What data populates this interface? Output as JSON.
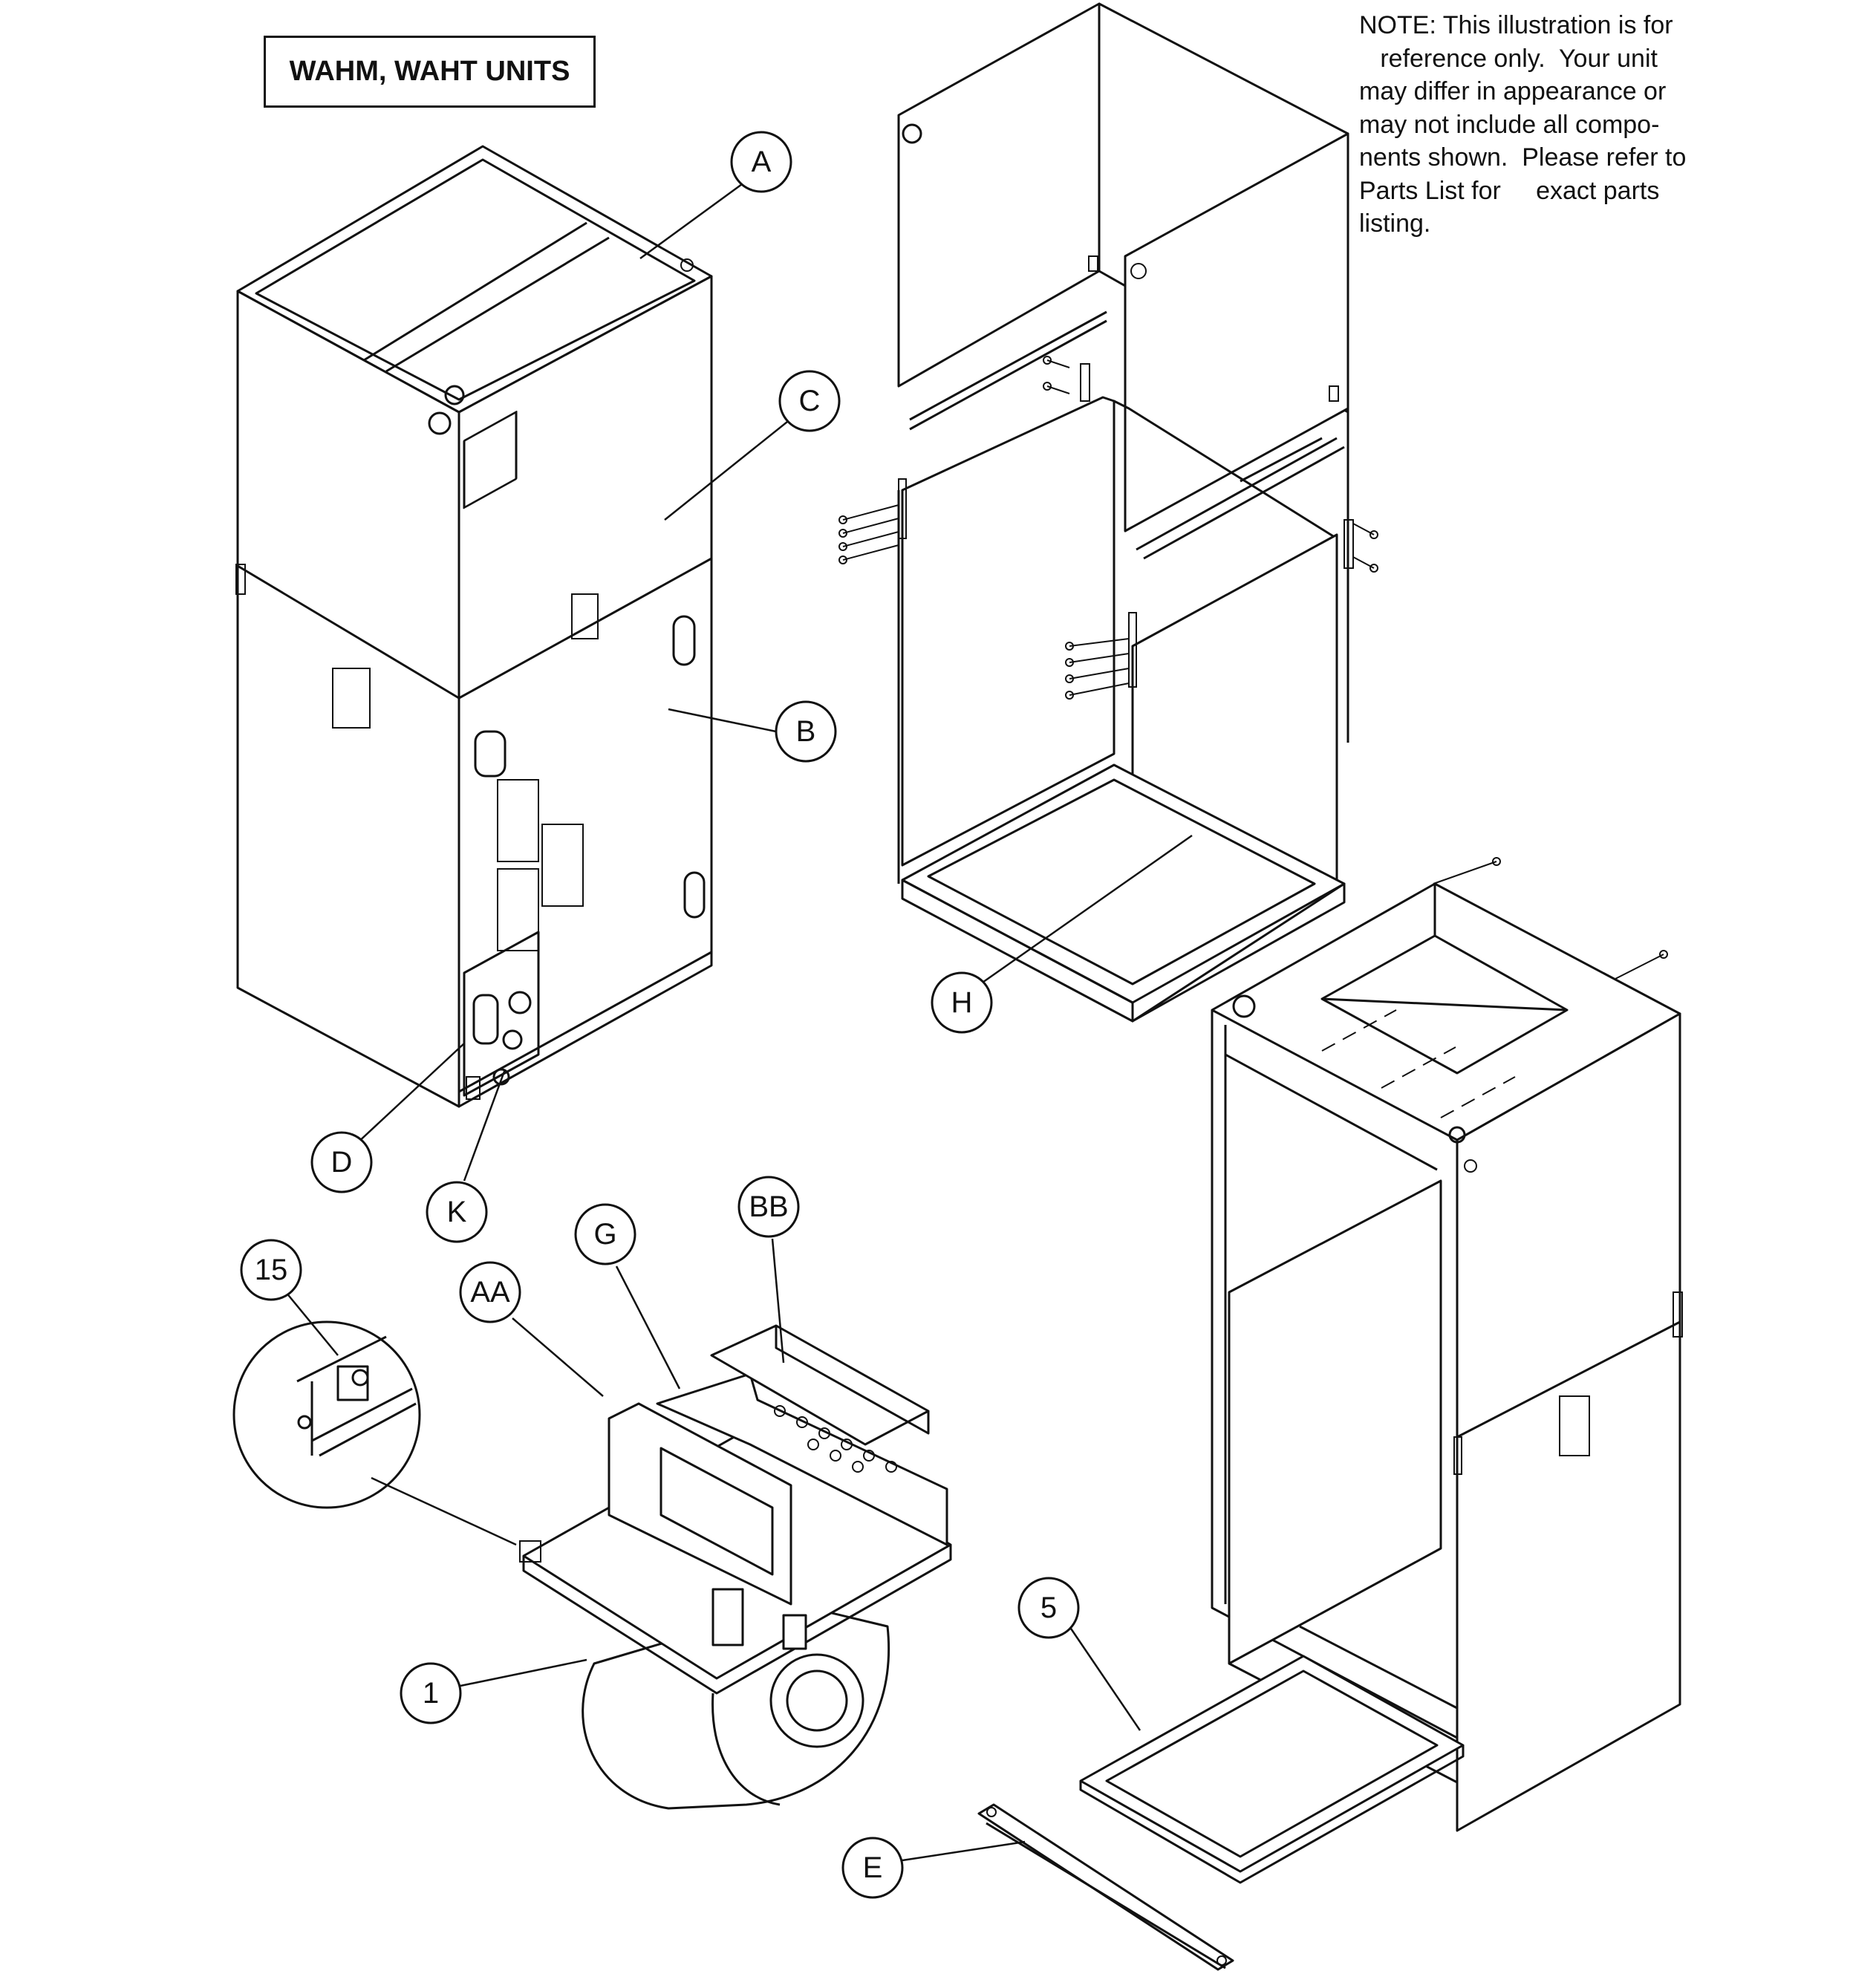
{
  "title": "WAHM, WAHT  UNITS",
  "note_lines": [
    "NOTE: This illustration is for",
    "   reference only.  Your unit",
    "may differ in appearance or",
    "may not include all compo-",
    "nents shown.  Please refer to",
    "Parts List for     exact parts",
    "listing."
  ],
  "callouts": {
    "A": "A",
    "B": "B",
    "C": "C",
    "D": "D",
    "K": "K",
    "H": "H",
    "E": "E",
    "G": "G",
    "AA": "AA",
    "BB": "BB",
    "n15": "15",
    "n1": "1",
    "n5": "5"
  }
}
